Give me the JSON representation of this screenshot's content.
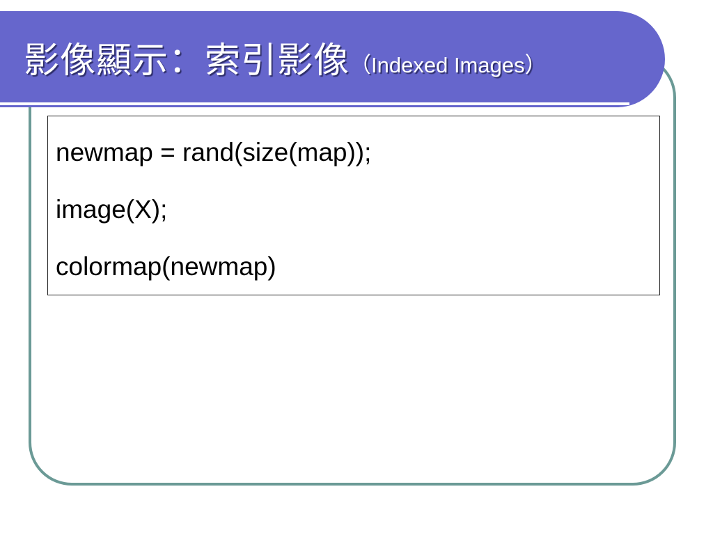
{
  "slide": {
    "title_main": "影像顯示：索引影像",
    "title_sub": "（Indexed Images）",
    "code_lines": [
      "newmap = rand(size(map));",
      "image(X);",
      "colormap(newmap)"
    ]
  },
  "colors": {
    "banner": "#6666cc",
    "frame": "#6b9a96",
    "title_text": "#ffffff"
  }
}
